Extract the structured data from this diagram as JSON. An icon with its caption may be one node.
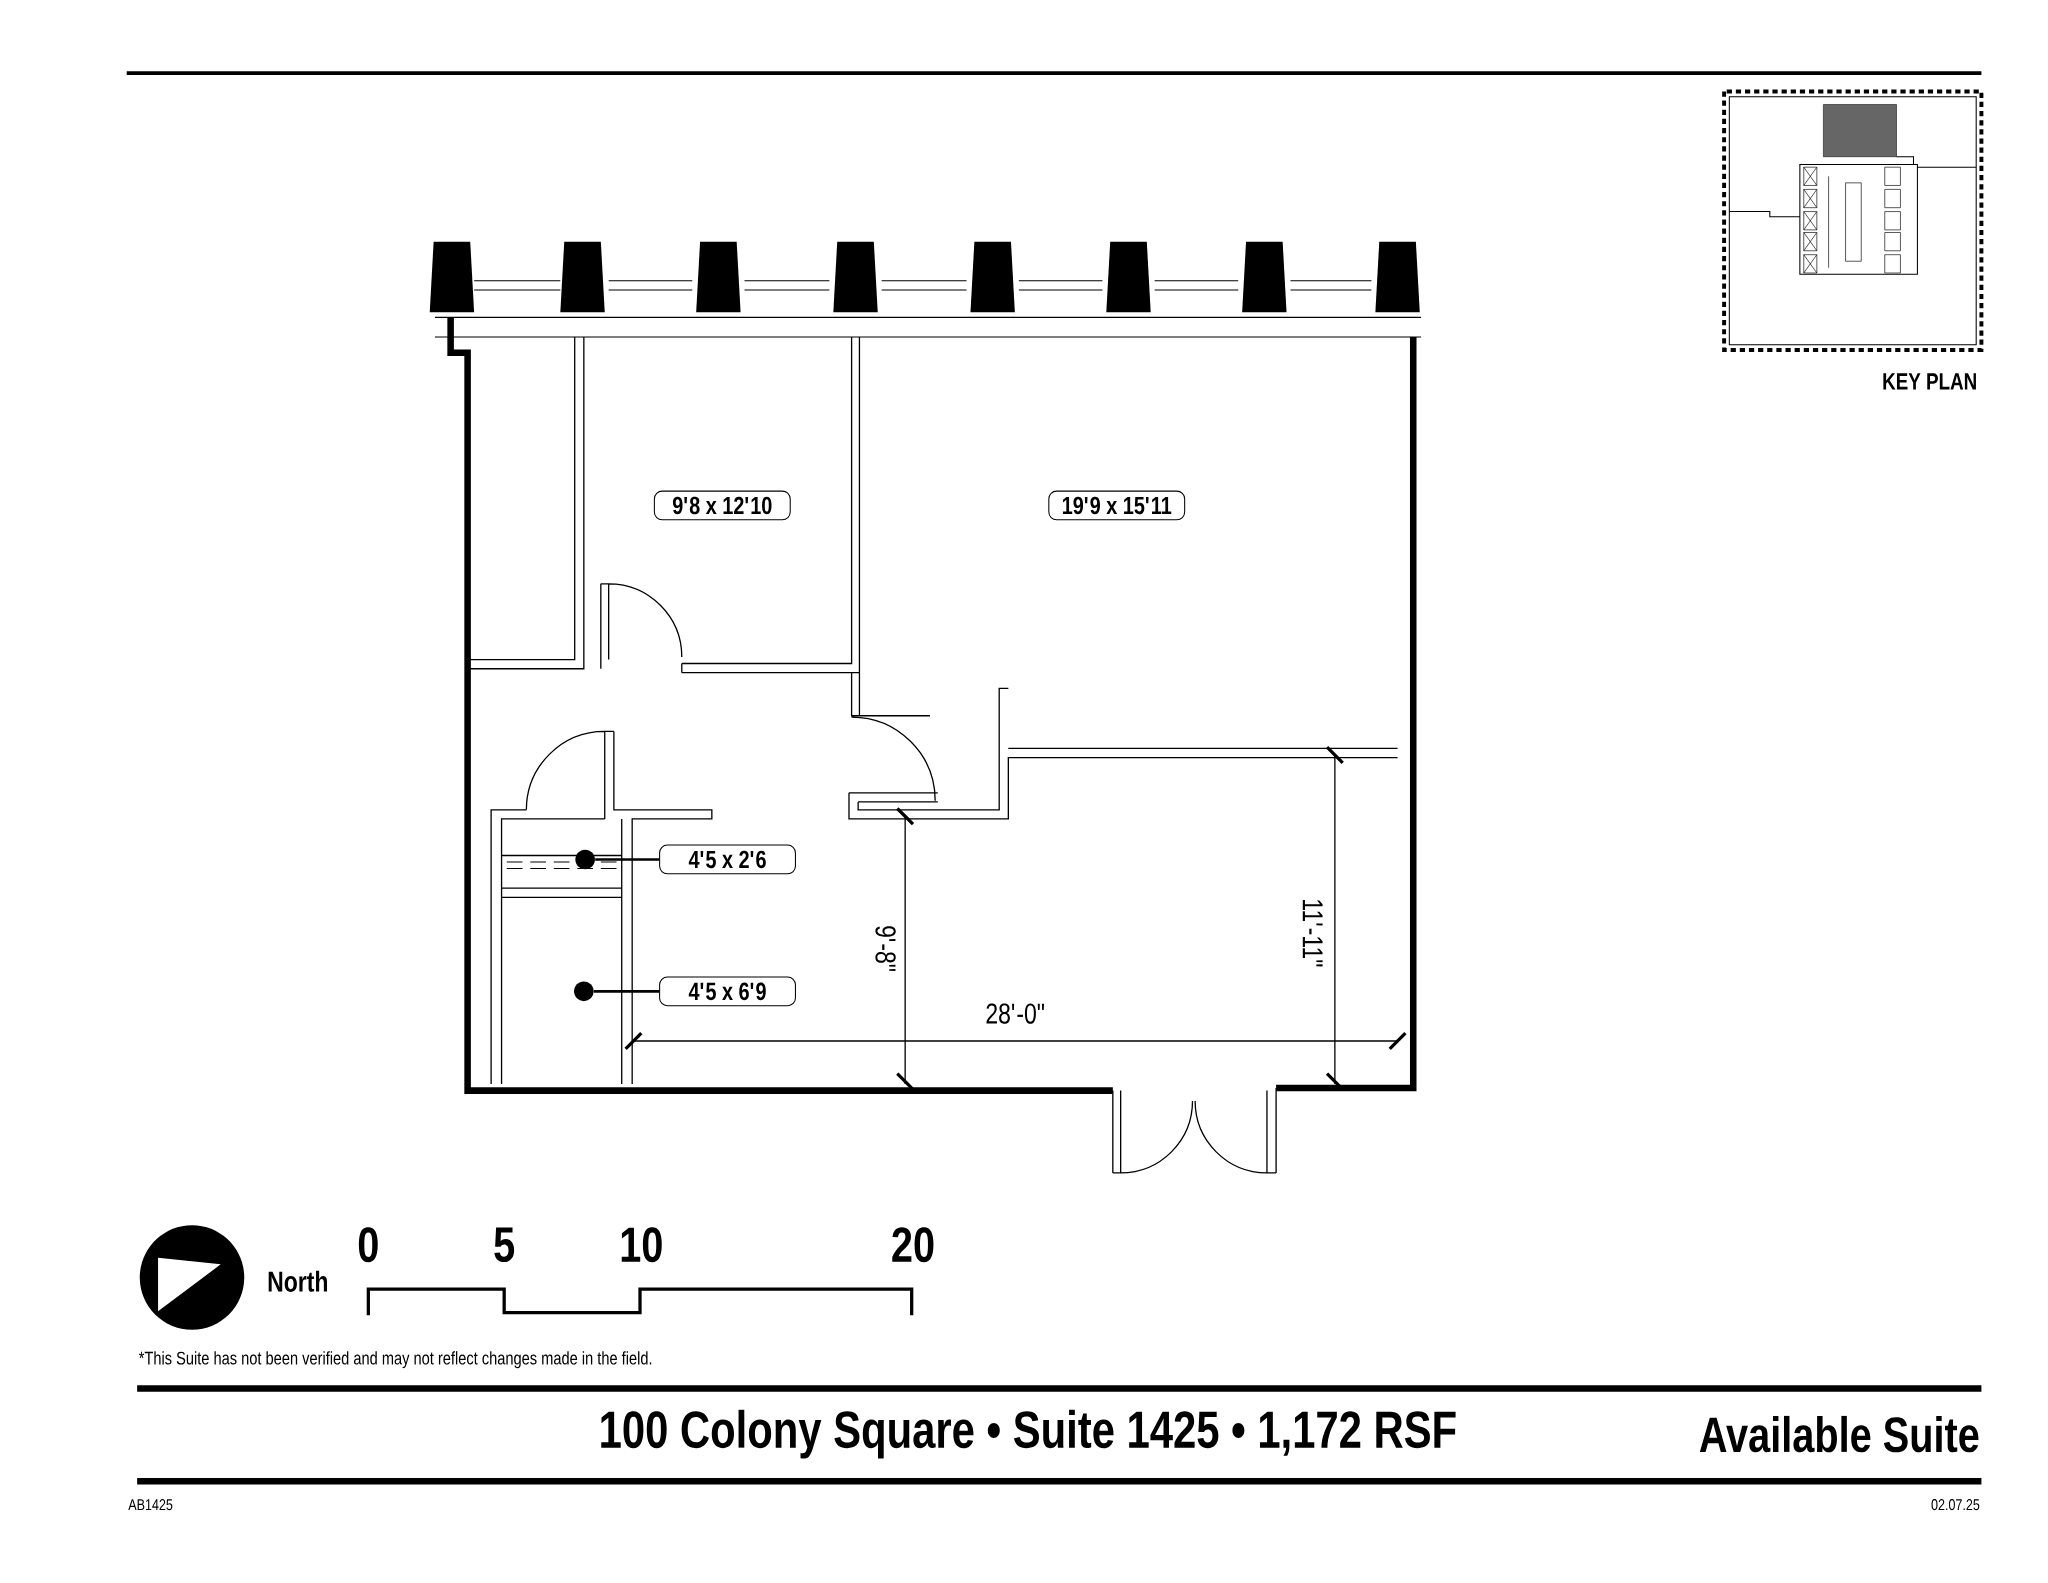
{
  "diagram": {
    "title": "100 Colony Square • Suite 1425 • 1,172 RSF",
    "nodes": [
      {
        "text": [
          "9'8 x 12'10"
        ]
      },
      {
        "text": [
          "19'9 x 15'11"
        ]
      },
      {
        "text": [
          "4'5 x 2'6"
        ]
      },
      {
        "text": [
          "4'5 x 6'9"
        ]
      },
      {
        "text": [],
        "shape": "circle"
      },
      {
        "text": [],
        "shape": "circle"
      }
    ],
    "edges": [
      {
        "from": 2,
        "to": 4,
        "arrow": "none"
      },
      {
        "from": 3,
        "to": 5,
        "arrow": "none"
      }
    ],
    "labels": [
      "KEY PLAN",
      "9'-8\"",
      "28'-0\"",
      "11'-11\"",
      "North",
      "0",
      "5",
      "10",
      "20",
      "*This Suite has not been verified and may not reflect changes made in the field.",
      "Available Suite",
      "AB1425",
      "02.07.25"
    ]
  }
}
